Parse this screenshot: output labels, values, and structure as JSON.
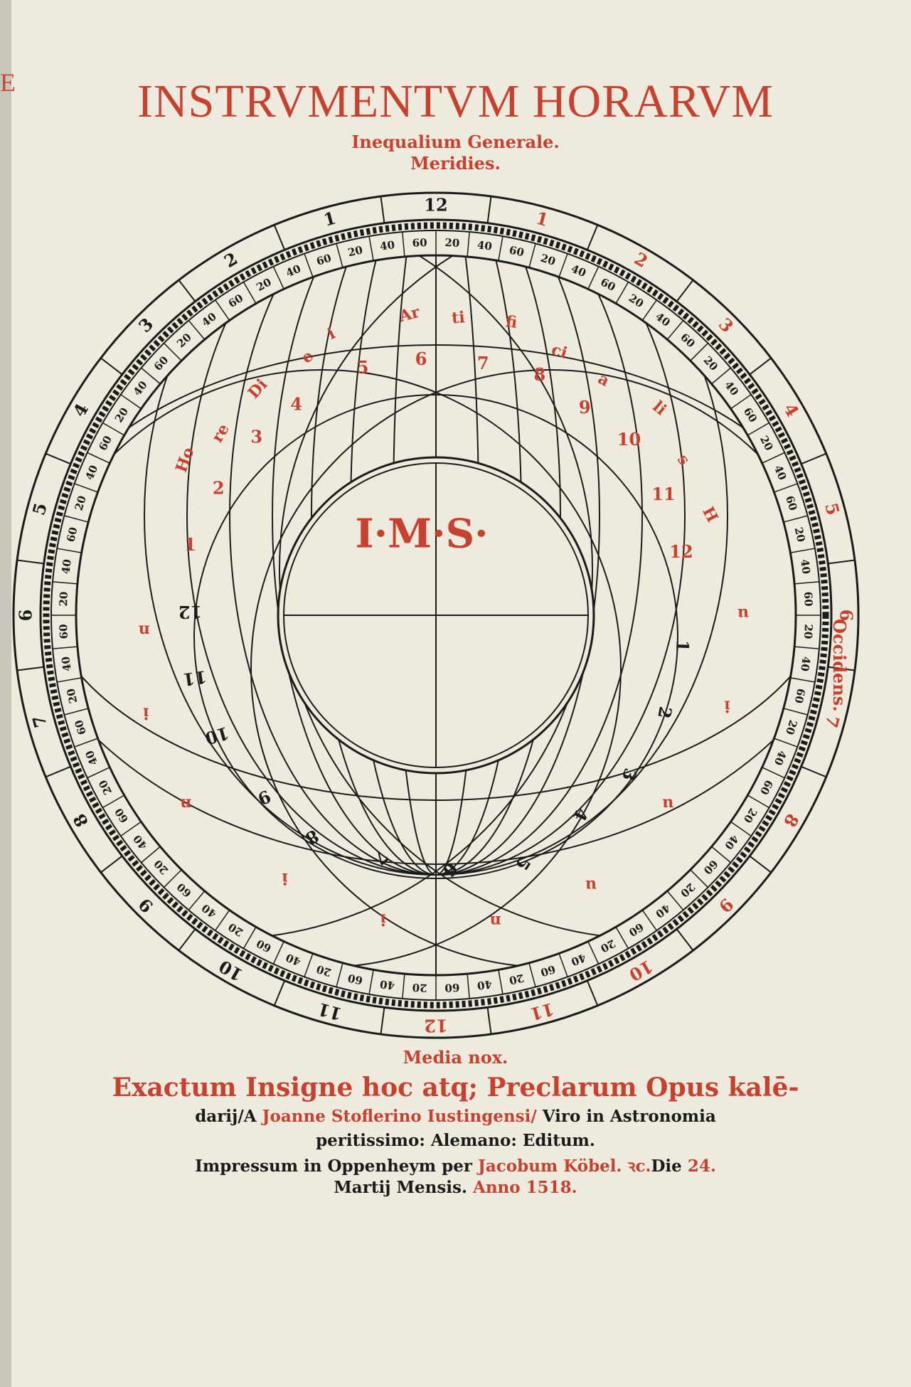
{
  "edge_letter": "E",
  "title": "INSTRVMENTVM HORARVM",
  "subtitle_1": "Inequalium Generale.",
  "subtitle_2": "Meridies.",
  "east_label": "Occidens.",
  "outer_hours_left": [
    "11",
    "10",
    "9",
    "8",
    "7",
    "6",
    "5",
    "4",
    "3",
    "2",
    "1"
  ],
  "outer_hours_top": "12",
  "outer_hours_right": [
    "1",
    "2",
    "3",
    "4",
    "5",
    "6",
    "7",
    "8",
    "9",
    "10",
    "11"
  ],
  "outer_hours_bottom": "12",
  "degree_pattern": [
    "20",
    "40",
    "60"
  ],
  "center_label": "I·M·S·",
  "red_day_hours": [
    "1",
    "2",
    "3",
    "4",
    "5",
    "6",
    "7",
    "8",
    "9",
    "10",
    "11",
    "12"
  ],
  "red_day_words": [
    "Ho",
    "re",
    "Di",
    "e",
    "i",
    "Ar",
    "ti",
    "fi",
    "ci",
    "a",
    "li",
    "s",
    "H"
  ],
  "black_night_hours": [
    "12",
    "11",
    "10",
    "9",
    "8",
    "7",
    "6",
    "5",
    "4",
    "3",
    "2",
    "1"
  ],
  "red_night_letters": [
    "n",
    "i",
    "n",
    "i",
    "i",
    "n",
    "u",
    "u",
    "i",
    "u"
  ],
  "footer": {
    "media_nox": "Media nox.",
    "line1": "Exactum Insigne hoc atq; Preclarum Opus kalē-",
    "line2_a": "darij/A ",
    "line2_b": "Joanne Stoflerino Iustingensi/",
    "line2_c": " Viro in Astronomia",
    "line3": "peritissimo: Alemano: Editum.",
    "line4_a": "Impressum in Oppenheym per ",
    "line4_b": "Jacobum Köbel. ꝛc.",
    "line4_c": "Die ",
    "line4_d": "24.",
    "line5_a": "Martij Mensis. ",
    "line5_b": "Anno 1518."
  },
  "colors": {
    "paper": "#eeeadd",
    "red_ink": "#c8402e",
    "black_ink": "#1b1b1b"
  }
}
